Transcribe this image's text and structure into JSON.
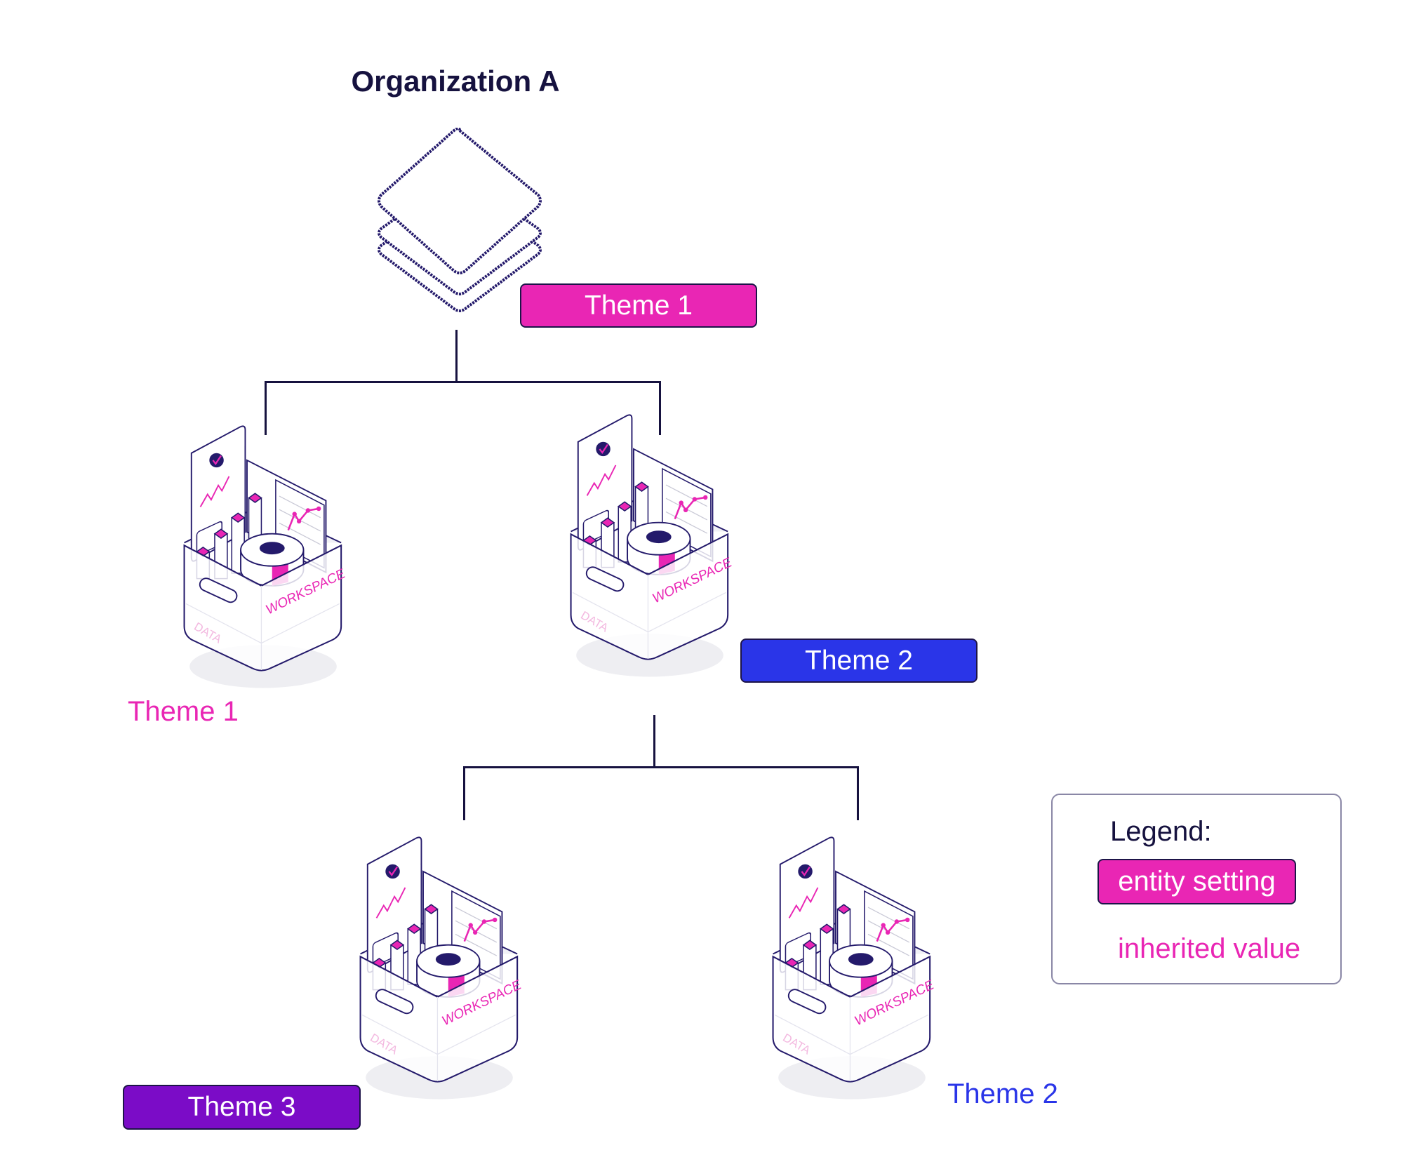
{
  "title": "Organization A",
  "colors": {
    "navy": "#16123f",
    "entity_pink": "#e926b4",
    "theme1_pink": "#e926b4",
    "theme2_blue": "#2a35e8",
    "theme3_purple": "#7b0cc7"
  },
  "organization": {
    "icon": "stacked-layers-icon",
    "setting": "Theme 1"
  },
  "workspaces": [
    {
      "icon": "workspace-icon",
      "theme": "Theme 1",
      "kind": "inherited"
    },
    {
      "icon": "workspace-icon",
      "theme": "Theme 2",
      "kind": "entity-setting"
    },
    {
      "icon": "workspace-icon",
      "theme": "Theme 3",
      "kind": "entity-setting"
    },
    {
      "icon": "workspace-icon",
      "theme": "Theme 2",
      "kind": "inherited"
    }
  ],
  "workspace_icon_text": {
    "main": "WORKSPACE",
    "side": "DATA"
  },
  "legend": {
    "title": "Legend:",
    "entity_setting": "entity setting",
    "inherited_value": "inherited value"
  }
}
